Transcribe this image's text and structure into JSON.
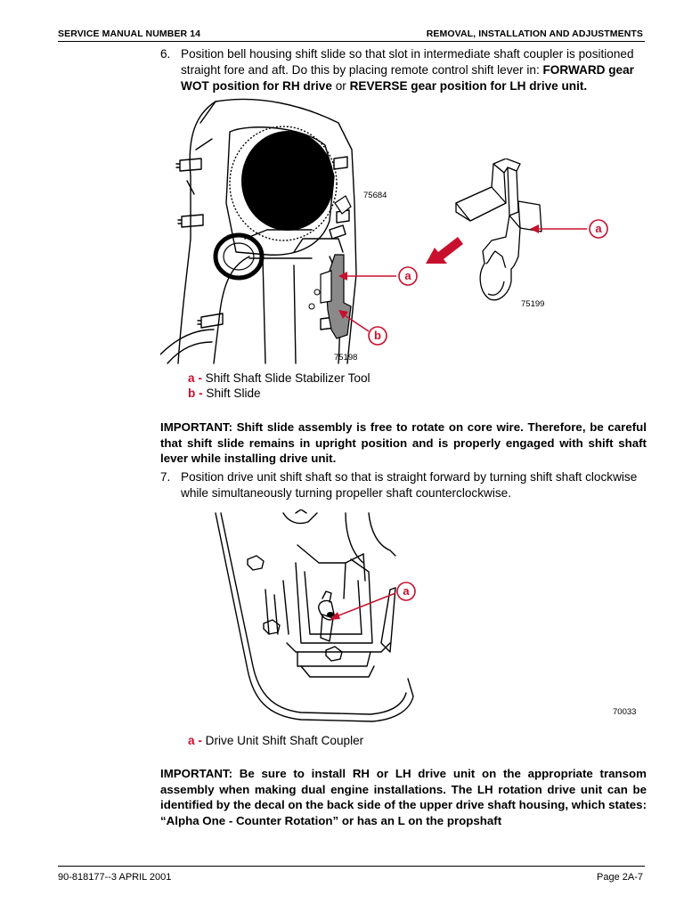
{
  "header": {
    "left": "SERVICE MANUAL NUMBER 14",
    "right": "REMOVAL, INSTALLATION AND ADJUSTMENTS"
  },
  "step6": {
    "number": "6.",
    "text_start": "Position bell housing shift slide so that slot in intermediate shaft coupler is positioned straight fore and aft. Do this by placing remote control shift lever in: ",
    "bold_1": "FORWARD gear WOT position for RH drive",
    "text_mid": " or ",
    "bold_2": "REVERSE gear position for LH drive unit."
  },
  "figure1": {
    "fig_number_a": "75684",
    "fig_number_b": "75198",
    "fig_number_c": "75199",
    "callout_a": "a",
    "callout_b": "b",
    "callout_a2": "a"
  },
  "legend1": [
    {
      "letter": "a",
      "sep": " - ",
      "text": "Shift Shaft Slide Stabilizer Tool"
    },
    {
      "letter": "b",
      "sep": " - ",
      "text": "Shift Slide"
    }
  ],
  "important1": "IMPORTANT: Shift slide assembly is free to rotate on core wire. Therefore, be careful that shift slide remains in upright position and is properly engaged with shift shaft lever while installing drive unit.",
  "step7": {
    "number": "7.",
    "text": "Position drive unit shift shaft so that is straight forward by turning shift shaft clockwise while simultaneously turning propeller shaft counterclockwise."
  },
  "figure2": {
    "fig_number": "70033",
    "callout_a": "a"
  },
  "legend2": [
    {
      "letter": "a",
      "sep": " - ",
      "text": "Drive Unit Shift Shaft Coupler"
    }
  ],
  "important2": "IMPORTANT: Be sure to install RH or LH drive unit on the appropriate transom assembly when making dual engine installations. The LH rotation drive unit can be identified by the decal on the back side of the upper drive shaft housing, which states: “Alpha One - Counter Rotation” or has an L on the propshaft",
  "footer": {
    "left": "90-818177--3   APRIL 2001",
    "right": "Page 2A-7"
  },
  "colors": {
    "callout": "#c8102e",
    "text": "#000000",
    "tool_fill": "#8a8a8a"
  }
}
